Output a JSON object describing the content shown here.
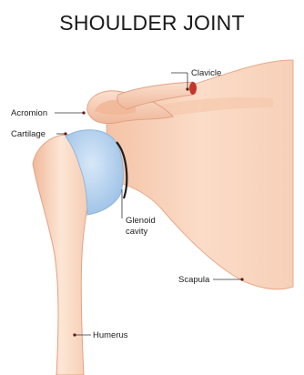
{
  "title": "SHOULDER JOINT",
  "labels": {
    "clavicle": "Clavicle",
    "acromion": "Acromion",
    "cartilage": "Cartilage",
    "glenoid_line1": "Glenoid",
    "glenoid_line2": "cavity",
    "scapula": "Scapula",
    "humerus": "Humerus"
  },
  "colors": {
    "bone_light": "#fde6d6",
    "bone_mid": "#f6caaf",
    "bone_shadow": "#e8a98a",
    "cartilage": "#b9d6f0",
    "cartilage_edge": "#8fb6dd",
    "clavicle_end": "#c2362b"
  }
}
